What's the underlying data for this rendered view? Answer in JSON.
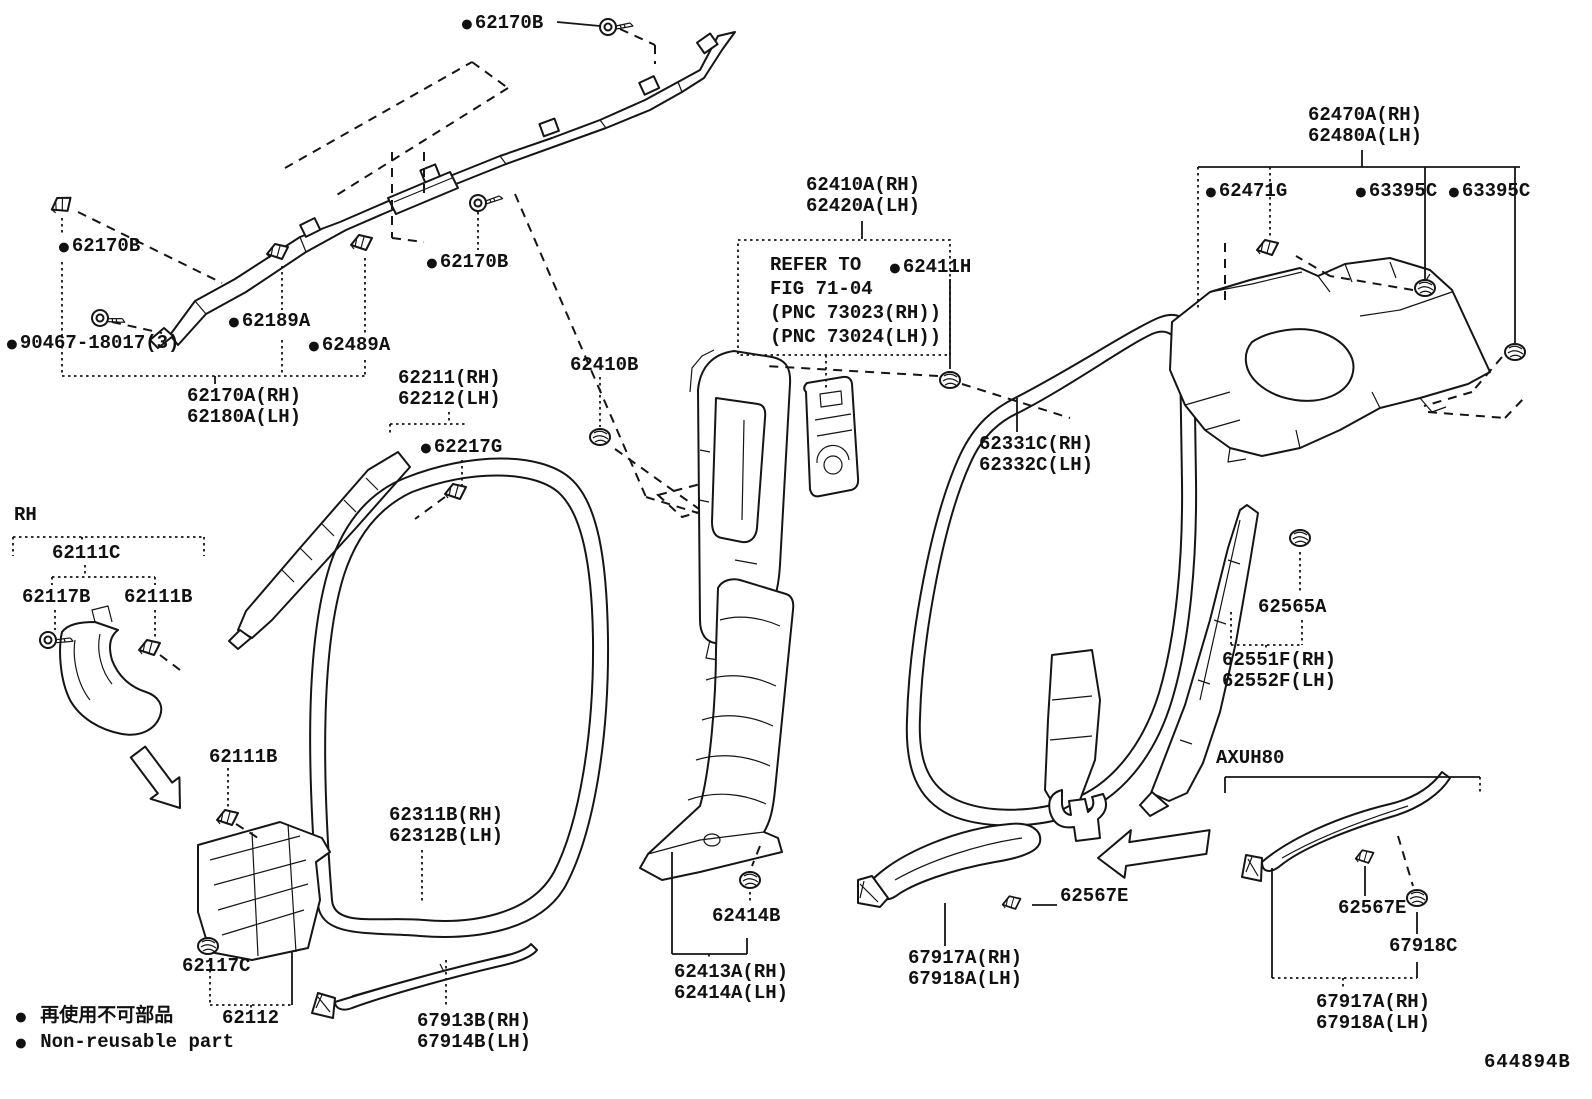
{
  "icons": {
    "non_reusable": "●"
  },
  "legend": {
    "ja": "再使用不可部品",
    "en": "Non-reusable part"
  },
  "doc": {
    "number": "644894B"
  },
  "labels": {
    "t62170b": "62170B",
    "t90467": "90467-18017(3)",
    "t62189a": "62189A",
    "t62489a": "62489A",
    "t62170a": "62170A(RH)\n62180A(LH)",
    "t62211": "62211(RH)\n62212(LH)",
    "t62217g": "62217G",
    "t62410b": "62410B",
    "t62410a": "62410A(RH)\n62420A(LH)",
    "trefer": "REFER TO\nFIG 71-04\n(PNC 73023(RH))\n(PNC 73024(LH))",
    "t62411h": "62411H",
    "t62470a": "62470A(RH)\n62480A(LH)",
    "t62471g": "62471G",
    "t63395c": "63395C",
    "t62331c": "62331C(RH)\n62332C(LH)",
    "t62565a": "62565A",
    "t62551f": "62551F(RH)\n62552F(LH)",
    "trh": "RH",
    "t62111c": "62111C",
    "t62117b": "62117B",
    "t62111b": "62111B",
    "t62311b": "62311B(RH)\n62312B(LH)",
    "t62117c": "62117C",
    "t62112": "62112",
    "t67913b": "67913B(RH)\n67914B(LH)",
    "t62414b": "62414B",
    "t62413a": "62413A(RH)\n62414A(LH)",
    "t62567e": "62567E",
    "t67917a": "67917A(RH)\n67918A(LH)",
    "taxuh80": "AXUH80",
    "t67918c": "67918C"
  }
}
